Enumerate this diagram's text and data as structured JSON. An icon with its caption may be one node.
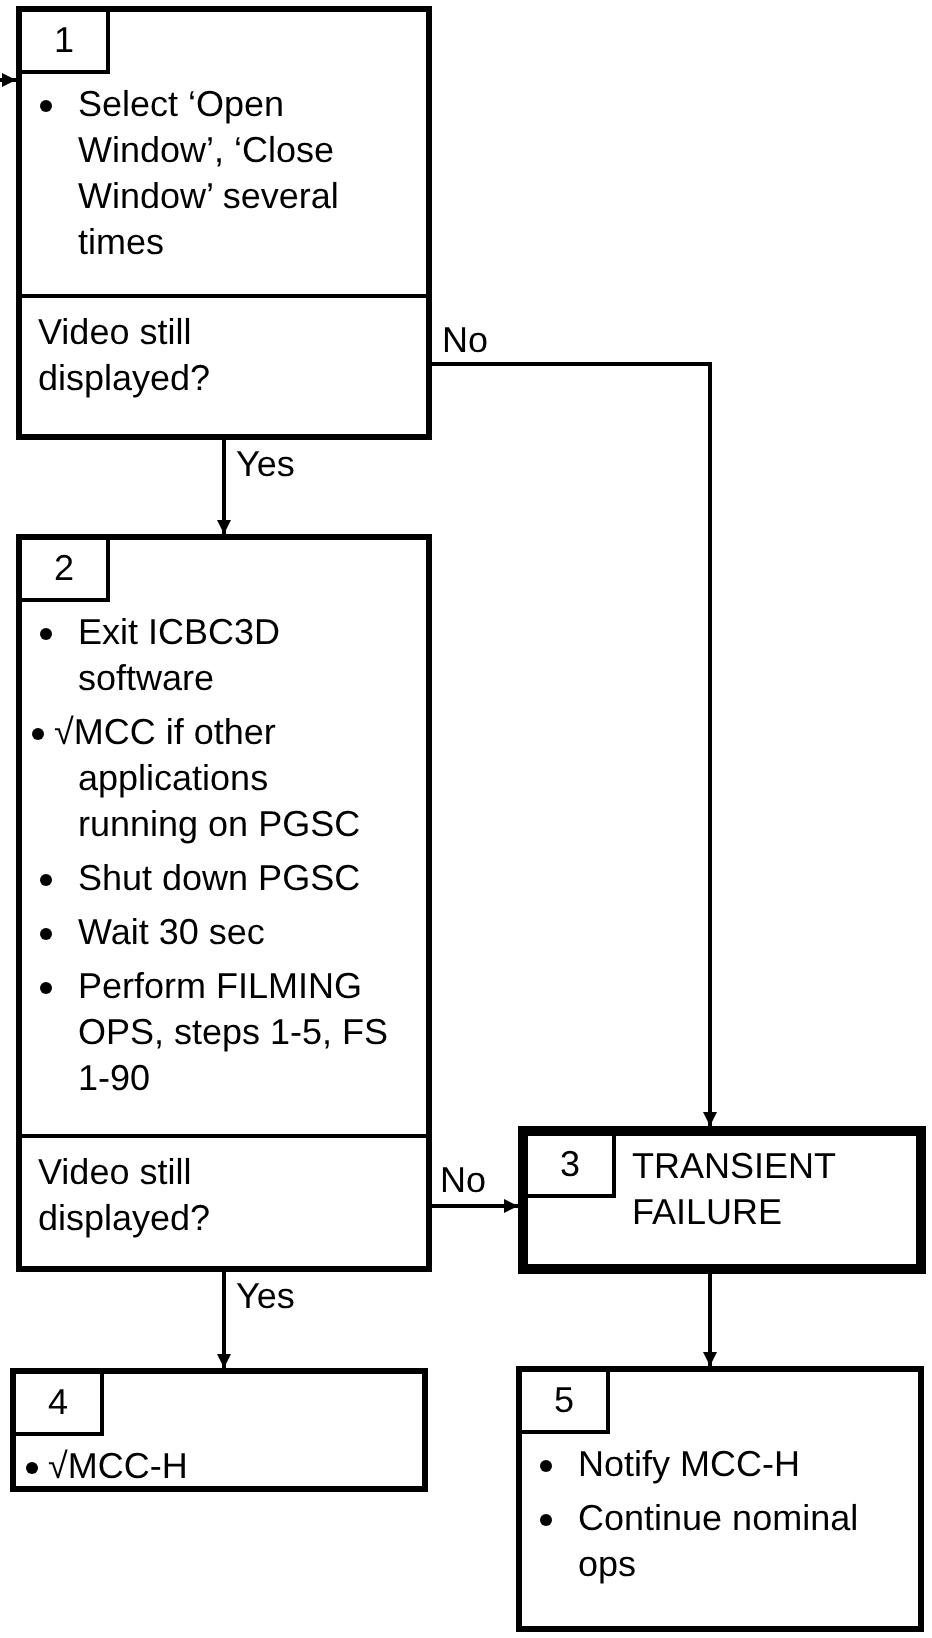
{
  "diagram": {
    "nodes": [
      {
        "text": [
          "1",
          "Select ‘Open Window’, ‘Close Window’ several times",
          "Video still displayed?"
        ]
      },
      {
        "text": [
          "2",
          "Exit ICBC3D software",
          "√MCC if other applications running on PGSC",
          "Shut down PGSC",
          "Wait 30 sec",
          "Perform FILMING OPS, steps 1-5, FS 1-90",
          "Video still displayed?"
        ]
      },
      {
        "text": [
          "3",
          "TRANSIENT FAILURE"
        ]
      },
      {
        "text": [
          "4",
          "√MCC-H"
        ]
      },
      {
        "text": [
          "5",
          "Notify MCC-H",
          "Continue nominal ops"
        ]
      }
    ],
    "edges": [
      {
        "from": null,
        "to": 0,
        "arrow": "to"
      },
      {
        "from": 0,
        "to": 1,
        "arrow": "to",
        "label": "Yes"
      },
      {
        "from": 0,
        "to": 2,
        "arrow": "to",
        "label": "No"
      },
      {
        "from": 1,
        "to": 2,
        "arrow": "to",
        "label": "No"
      },
      {
        "from": 1,
        "to": 3,
        "arrow": "to",
        "label": "Yes"
      },
      {
        "from": 2,
        "to": 4,
        "arrow": "to"
      }
    ]
  }
}
